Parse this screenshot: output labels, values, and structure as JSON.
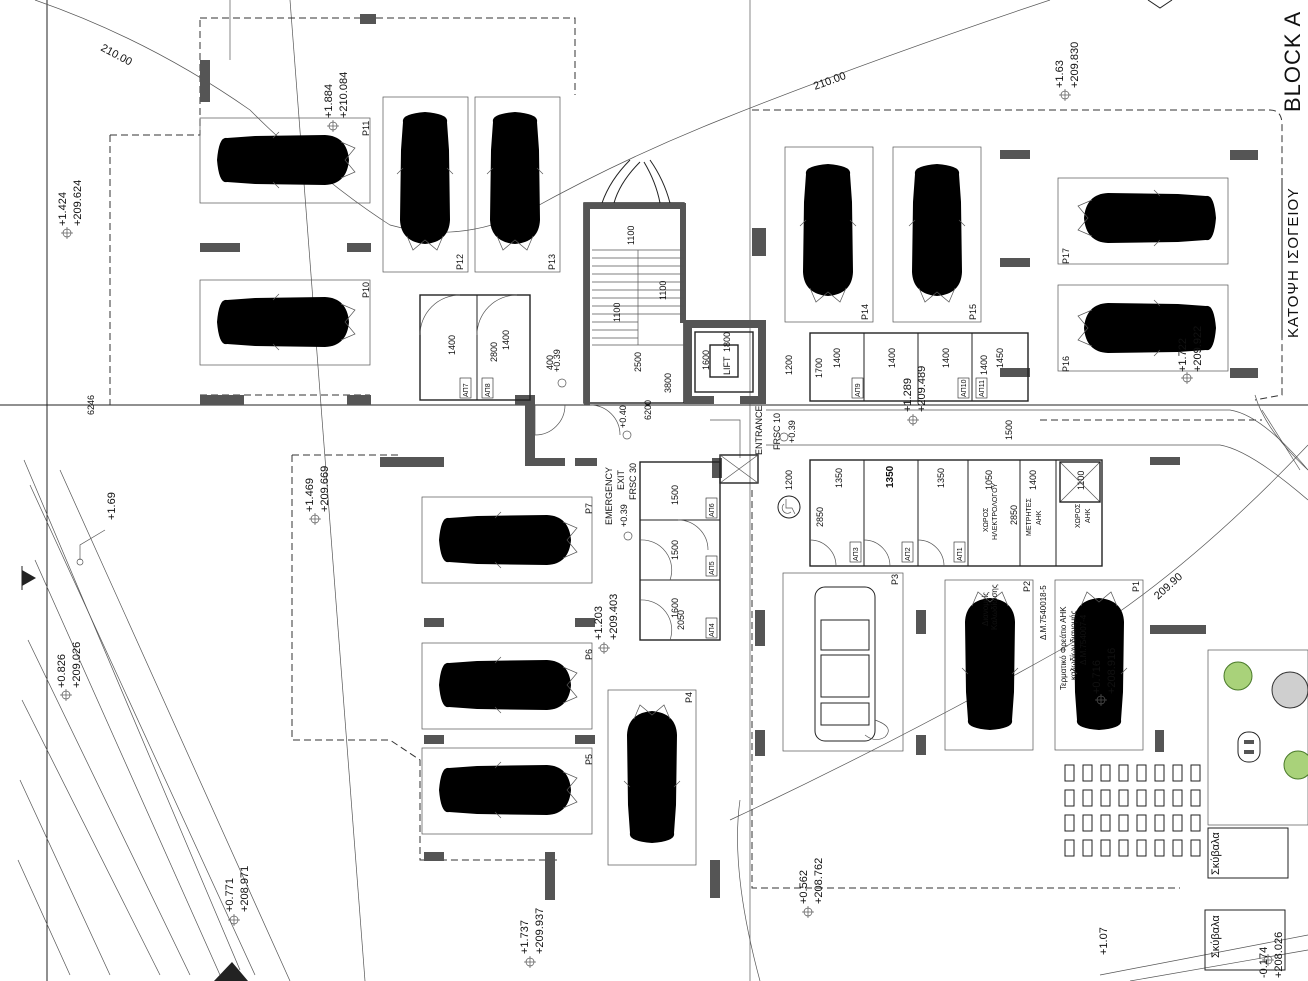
{
  "block_title": "BLOCK A",
  "plan_subtitle": "ΚΑΤΟΨΗ ΙΣΟΓΕΙΟΥ",
  "contours": [
    "210.00",
    "210.00",
    "209.90"
  ],
  "levels": [
    {
      "rel": "+1.884",
      "abs": "+210.084"
    },
    {
      "rel": "+1.424",
      "abs": "+209.624"
    },
    {
      "rel": "+1.63",
      "abs": "+209.830"
    },
    {
      "rel": "+1.469",
      "abs": "+209.669"
    },
    {
      "rel": "+1.69",
      "abs": ""
    },
    {
      "rel": "+1.203",
      "abs": "+209.403"
    },
    {
      "rel": "+0.826",
      "abs": "+209.026"
    },
    {
      "rel": "+0.771",
      "abs": "+208.971"
    },
    {
      "rel": "+1.737",
      "abs": "+209.937"
    },
    {
      "rel": "+0.562",
      "abs": "+208.762"
    },
    {
      "rel": "+1.07",
      "abs": ""
    },
    {
      "rel": "+1.722",
      "abs": "+209.922"
    },
    {
      "rel": "+1.289",
      "abs": "+209.489"
    },
    {
      "rel": "-0.174",
      "abs": "+208.026"
    },
    {
      "rel": "+0.716",
      "abs": "+208.916"
    }
  ],
  "small_levels": [
    "+0.39",
    "+0.40",
    "+0.39",
    "+0.39"
  ],
  "parking": [
    "P1",
    "P2",
    "P3",
    "P4",
    "P5",
    "P6",
    "P7",
    "P10",
    "P11",
    "P12",
    "P13",
    "P14",
    "P15",
    "P16",
    "P17"
  ],
  "storage_tags": [
    "ΑΠ7",
    "ΑΠ8",
    "ΑΠ9",
    "ΑΠ10",
    "ΑΠ11",
    "ΑΠ1",
    "ΑΠ2",
    "ΑΠ3",
    "ΑΠ4",
    "ΑΠ5",
    "ΑΠ6"
  ],
  "dims": {
    "d6246": "6246",
    "d1400a": "1400",
    "d2800": "2800",
    "d1400b": "1400",
    "d1100a": "1100",
    "d1100b": "1100",
    "d1100c": "1100",
    "d2500": "2500",
    "d3800": "3800",
    "d6200": "6200",
    "d1600a": "1600",
    "d1800": "1800",
    "d1200a": "1200",
    "d1700a": "1700",
    "d1400c": "1400",
    "d1400d": "1400",
    "d1400e": "1400",
    "d1400f": "1400",
    "d1450": "1450",
    "d1500a": "1500",
    "d1500b": "1500",
    "d1500c": "1500",
    "d1200b": "1200",
    "d2850a": "2850",
    "d1350a": "1350",
    "d1350b": "1350",
    "d1350c": "1350",
    "d1050": "1050",
    "d2850b": "2850",
    "d1400g": "1400",
    "d1100d": "1100",
    "d1600b": "1600",
    "d2050": "2050",
    "d400": "400"
  },
  "labels": {
    "lift": "LIFT",
    "entrance": "ENTRANCE",
    "frsc_in": "FRSC 10",
    "emergency": "EMERGENCY",
    "exit": "EXIT",
    "frsc_out": "FRSC 30",
    "room_el_1": "ΧΩΡΟΣ",
    "room_el_2": "ΗΛΕΚΤΡΟΛΟΓΟΥ",
    "meters_1": "ΜΕΤΡΗΤΕΣ",
    "meters_2": "ΑΗΚ",
    "room_ahk_1": "ΧΩΡΟΣ",
    "room_ahk_2": "ΑΗΚ",
    "distr_1": "Διανομείς",
    "distr_2": "Καλωδίωσης",
    "meter_ref": "Δ.Μ.7540018-5",
    "substation_1": "Τερματικό Φρεάτιο ΑΗΚ",
    "substation_2": "καλωδίων διανομής",
    "substation_3": "Δ.Μ.754007-4",
    "bins_1": "Σκύβαλα",
    "bins_2": "Σκύβαλα"
  }
}
